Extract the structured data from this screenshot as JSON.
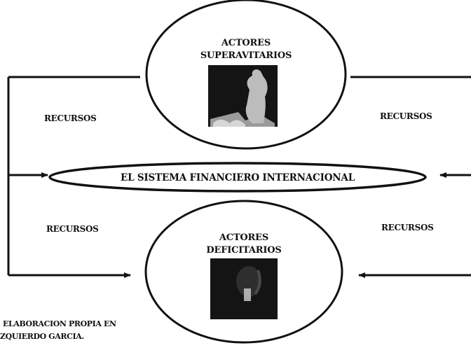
{
  "diagram": {
    "top_node": {
      "line1": "ACTORES",
      "line2": "SUPERAVITARIOS",
      "photo": "dark-photo-figure"
    },
    "bottom_node": {
      "line1": "ACTORES",
      "line2": "DEFICITARIOS",
      "photo": "dark-photo-figure"
    },
    "center_node": {
      "label": "EL SISTEMA FINANCIERO INTERNACIONAL"
    },
    "flow_labels": {
      "top_left": "RECURSOS",
      "top_right": "RECURSOS",
      "bottom_left": "RECURSOS",
      "bottom_right": "RECURSOS"
    },
    "source_note": {
      "line1": "ELABORACION PROPIA EN",
      "line2": "ZQUIERDO GARCIA."
    },
    "colors": {
      "stroke": "#111111",
      "background": "#ffffff",
      "photo_dark": "#141414"
    }
  }
}
